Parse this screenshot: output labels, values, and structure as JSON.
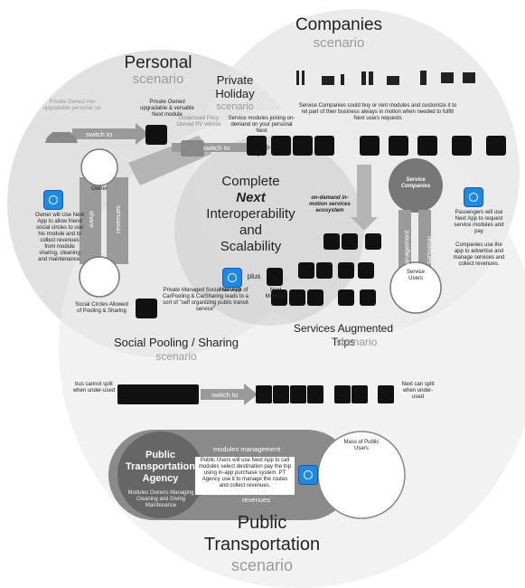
{
  "personal": {
    "title": "Personal",
    "sub": "scenario"
  },
  "companies": {
    "title": "Companies",
    "sub": "scenario"
  },
  "holiday": {
    "title1": "Private",
    "title2": "Holiday",
    "sub": "scenario"
  },
  "center": {
    "l1": "Complete",
    "l2": "Next",
    "l3": "Interoperability",
    "l4": "and",
    "l5": "Scalability"
  },
  "social": {
    "title": "Social Pooling / Sharing",
    "sub": "scenario"
  },
  "sat": {
    "title": "Services Augmented",
    "title2": "Trips",
    "sub": "scenario"
  },
  "public": {
    "title1": "Public",
    "title2": "Transportation",
    "sub": "scenario"
  },
  "agency": {
    "title1": "Public",
    "title2": "Transportation",
    "title3": "Agency",
    "desc": "Modules Owners Managing Cleaning and Giving Maintenance"
  },
  "labels": {
    "switch_to": "switch to",
    "share": "share",
    "revenues": "revenues",
    "owner": "Owner",
    "plus": "plus",
    "next_app": "Next App",
    "next_modules": "Next Modules",
    "modules_management": "modules management",
    "management": "management",
    "service_companies": "Service Companies",
    "service_users": "Service Users",
    "mass_users": "Mass of Public Users",
    "private_car": "Private Owned non upgradable personal car",
    "private_next": "Private Owned upgradable & versatile Next module",
    "underused": "Underused Pricy Owned RV vehicle",
    "service_modules": "Service modules joining on-demand on your personal Next",
    "owner_note": "Owner will Use Next App to allow friend social circles to use his module and to collect revenues from module sharing, cleaning and maintenance.",
    "social_circles": "Social Circles Allowed of Pooling & Sharing",
    "private_managed": "Private Managed Social Network of CarPooling & CarSharing leads to a sort of \"self organizing public transit service\"",
    "companies_note": "Service Companies could buy or rent modules and customize it to let part of their business always in motion when needed to fulfill Next users requests",
    "ondemand": "on-demand in-motion services ecosystem",
    "passengers_note": "Passengers will use Next App to request service modules and pay",
    "companies_use": "Companies use the app to advertise and manage services and collect revenues.",
    "bus_cannot": "bus cannot split when under-used",
    "next_can": "Next can split when under-used",
    "public_users_note": "Public Users will use Next App to call modules select destination pay the trip using in-app purchase system. PT Agency use it to manage the routes and collect revenues."
  }
}
